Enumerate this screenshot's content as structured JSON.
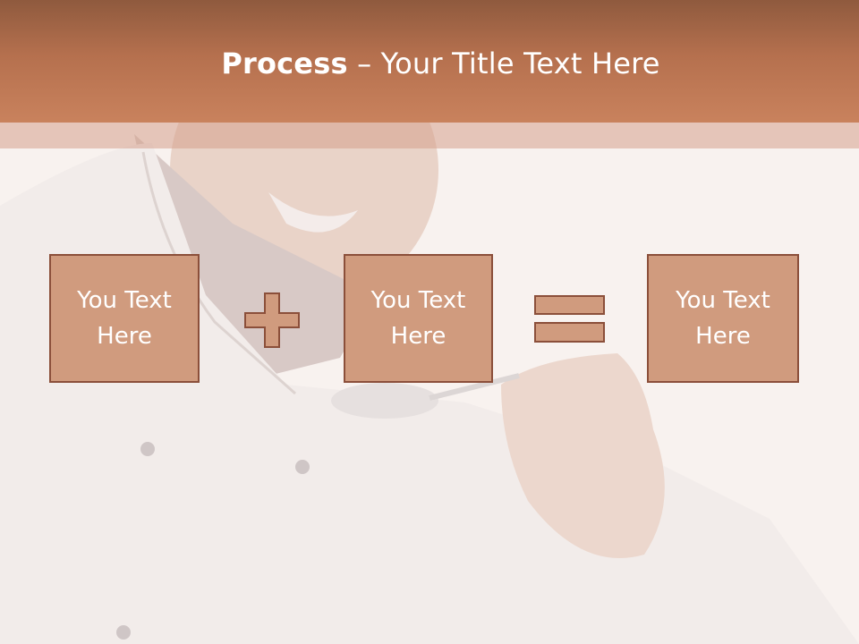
{
  "slide": {
    "title_bold": "Process",
    "title_rest": " – Your Title Text Here"
  },
  "process": {
    "boxes": [
      {
        "line1": "You Text",
        "line2": "Here"
      },
      {
        "line1": "You Text",
        "line2": "Here"
      },
      {
        "line1": "You Text",
        "line2": "Here"
      }
    ],
    "operator_1": "plus",
    "operator_2": "equals"
  },
  "colors": {
    "header": "#b5704e",
    "box_fill": "#d09b7e",
    "box_border": "#8b4f3a",
    "operator_fill": "#d09b7e"
  },
  "background_image": "faded-chef-photo"
}
